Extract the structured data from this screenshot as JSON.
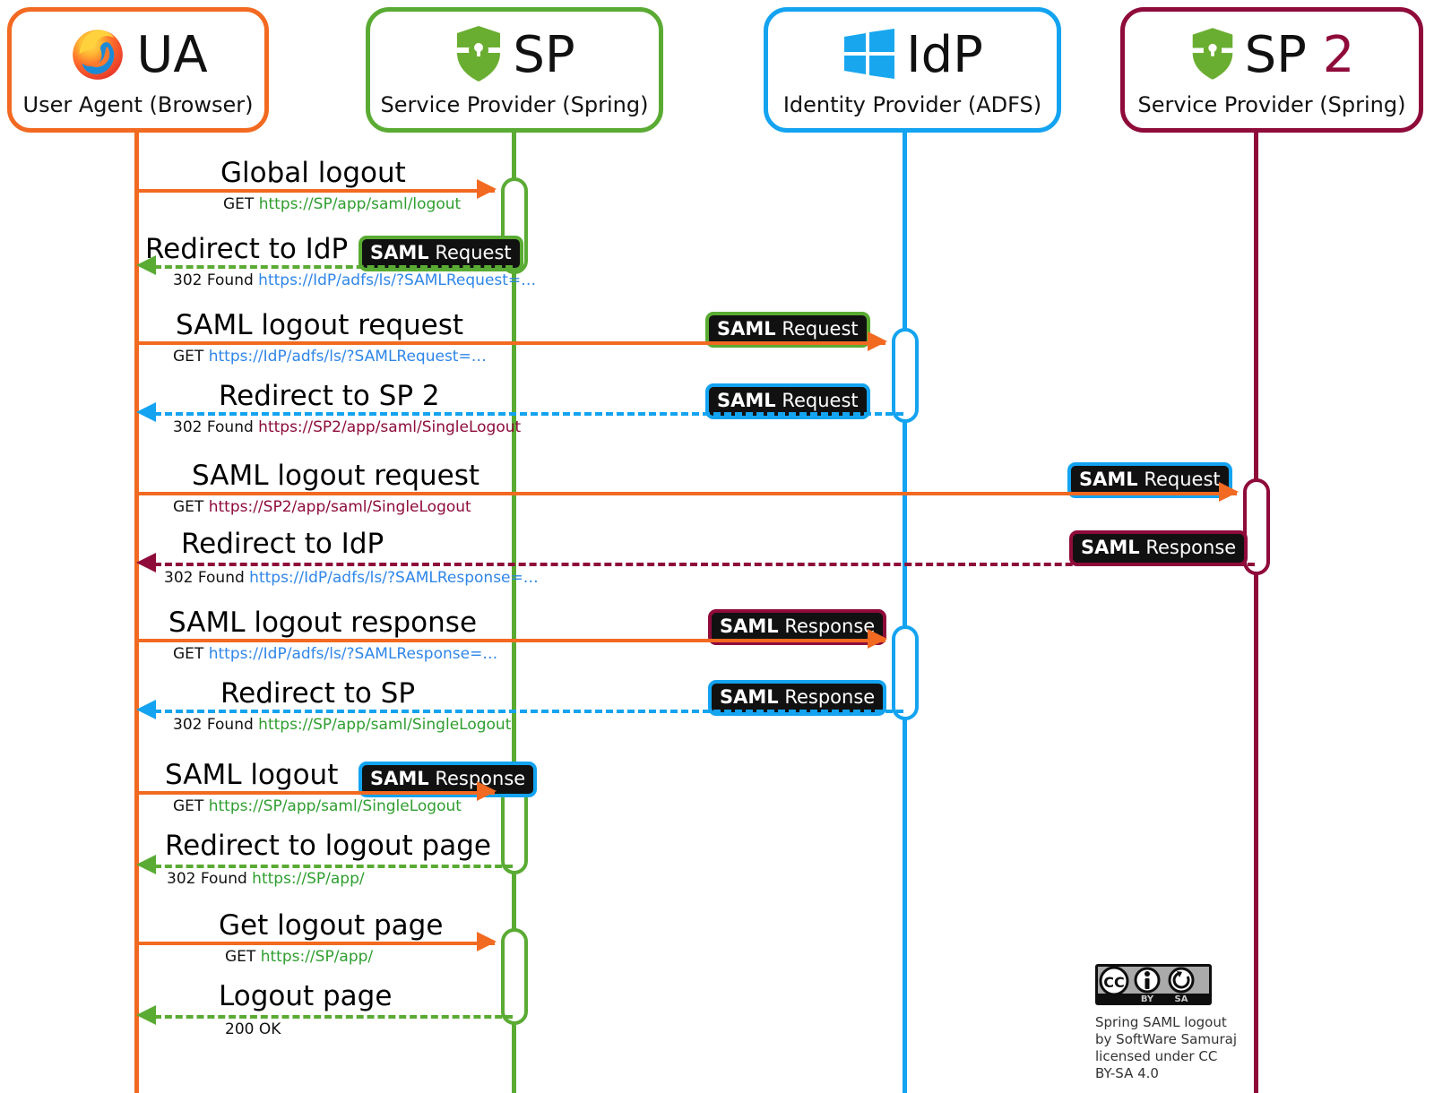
{
  "diagram": {
    "title": "Spring SAML logout sequence diagram",
    "colors": {
      "ua": "#f26a21",
      "sp": "#5aab33",
      "idp": "#13a3f0",
      "sp2": "#8e0b3a",
      "badge_fill": "#111111",
      "url_green": "#2f9e2f",
      "url_blue": "#2f86e8",
      "url_maroon": "#8e0b3a"
    },
    "actors": [
      {
        "id": "ua",
        "title": "UA",
        "title_suffix": "",
        "subtitle": "User Agent (Browser)",
        "icon": "firefox-icon",
        "color": "#f26a21"
      },
      {
        "id": "sp",
        "title": "SP",
        "title_suffix": "",
        "subtitle": "Service Provider (Spring)",
        "icon": "shield-lock-icon",
        "color": "#5aab33"
      },
      {
        "id": "idp",
        "title": "IdP",
        "title_suffix": "",
        "subtitle": "Identity Provider (ADFS)",
        "icon": "windows-icon",
        "color": "#13a3f0"
      },
      {
        "id": "sp2",
        "title": "SP",
        "title_suffix": " 2",
        "subtitle": "Service Provider (Spring)",
        "icon": "shield-lock-icon",
        "color": "#8e0b3a"
      }
    ],
    "messages": [
      {
        "id": "m1",
        "label": "Global logout",
        "verb": "GET",
        "url": "https://SP/app/saml/logout",
        "url_color": "url_green",
        "from": "ua",
        "to": "sp",
        "style": "solid",
        "arrow_color": "#f26a21",
        "badge": null
      },
      {
        "id": "m2",
        "label": "Redirect to IdP",
        "verb": "302 Found",
        "url": "https://IdP/adfs/ls/?SAMLRequest=…",
        "url_color": "url_blue",
        "from": "sp",
        "to": "ua",
        "style": "dashed",
        "arrow_color": "#5aab33",
        "badge": {
          "kind": "SAML",
          "type": "Request",
          "border": "#5aab33"
        }
      },
      {
        "id": "m3",
        "label": "SAML logout request",
        "verb": "GET",
        "url": "https://IdP/adfs/ls/?SAMLRequest=…",
        "url_color": "url_blue",
        "from": "ua",
        "to": "idp",
        "style": "solid",
        "arrow_color": "#f26a21",
        "badge": {
          "kind": "SAML",
          "type": "Request",
          "border": "#5aab33"
        }
      },
      {
        "id": "m4",
        "label": "Redirect to SP 2",
        "verb": "302 Found",
        "url": "https://SP2/app/saml/SingleLogout",
        "url_color": "url_maroon",
        "from": "idp",
        "to": "ua",
        "style": "dashed",
        "arrow_color": "#13a3f0",
        "badge": {
          "kind": "SAML",
          "type": "Request",
          "border": "#13a3f0"
        }
      },
      {
        "id": "m5",
        "label": "SAML logout request",
        "verb": "GET",
        "url": "https://SP2/app/saml/SingleLogout",
        "url_color": "url_maroon",
        "from": "ua",
        "to": "sp2",
        "style": "solid",
        "arrow_color": "#f26a21",
        "badge": {
          "kind": "SAML",
          "type": "Request",
          "border": "#13a3f0"
        }
      },
      {
        "id": "m6",
        "label": "Redirect to IdP",
        "verb": "302 Found",
        "url": "https://IdP/adfs/ls/?SAMLResponse=…",
        "url_color": "url_blue",
        "from": "sp2",
        "to": "ua",
        "style": "dashed",
        "arrow_color": "#8e0b3a",
        "badge": {
          "kind": "SAML",
          "type": "Response",
          "border": "#8e0b3a"
        }
      },
      {
        "id": "m7",
        "label": "SAML logout response",
        "verb": "GET",
        "url": "https://IdP/adfs/ls/?SAMLResponse=…",
        "url_color": "url_blue",
        "from": "ua",
        "to": "idp",
        "style": "solid",
        "arrow_color": "#f26a21",
        "badge": {
          "kind": "SAML",
          "type": "Response",
          "border": "#8e0b3a"
        }
      },
      {
        "id": "m8",
        "label": "Redirect to SP",
        "verb": "302 Found",
        "url": "https://SP/app/saml/SingleLogout",
        "url_color": "url_green",
        "from": "idp",
        "to": "ua",
        "style": "dashed",
        "arrow_color": "#13a3f0",
        "badge": {
          "kind": "SAML",
          "type": "Response",
          "border": "#13a3f0"
        }
      },
      {
        "id": "m9",
        "label": "SAML logout",
        "verb": "GET",
        "url": "https://SP/app/saml/SingleLogout",
        "url_color": "url_green",
        "from": "ua",
        "to": "sp",
        "style": "solid",
        "arrow_color": "#f26a21",
        "badge": {
          "kind": "SAML",
          "type": "Response",
          "border": "#13a3f0"
        }
      },
      {
        "id": "m10",
        "label": "Redirect to logout page",
        "verb": "302 Found",
        "url": "https://SP/app/",
        "url_color": "url_green",
        "from": "sp",
        "to": "ua",
        "style": "dashed",
        "arrow_color": "#5aab33",
        "badge": null
      },
      {
        "id": "m11",
        "label": "Get logout page",
        "verb": "GET",
        "url": "https://SP/app/",
        "url_color": "url_green",
        "from": "ua",
        "to": "sp",
        "style": "solid",
        "arrow_color": "#f26a21",
        "badge": null
      },
      {
        "id": "m12",
        "label": "Logout page",
        "verb": "200 OK",
        "url": "",
        "url_color": "url_green",
        "from": "sp",
        "to": "ua",
        "style": "dashed",
        "arrow_color": "#5aab33",
        "badge": null
      }
    ],
    "license": {
      "badge_alt": "cc-by-sa-icon",
      "cc_label": "CC",
      "by_label": "BY",
      "sa_label": "SA",
      "line1": "Spring SAML logout",
      "line2": "by SoftWare Samuraj",
      "line3": "licensed under CC BY-SA 4.0"
    }
  }
}
